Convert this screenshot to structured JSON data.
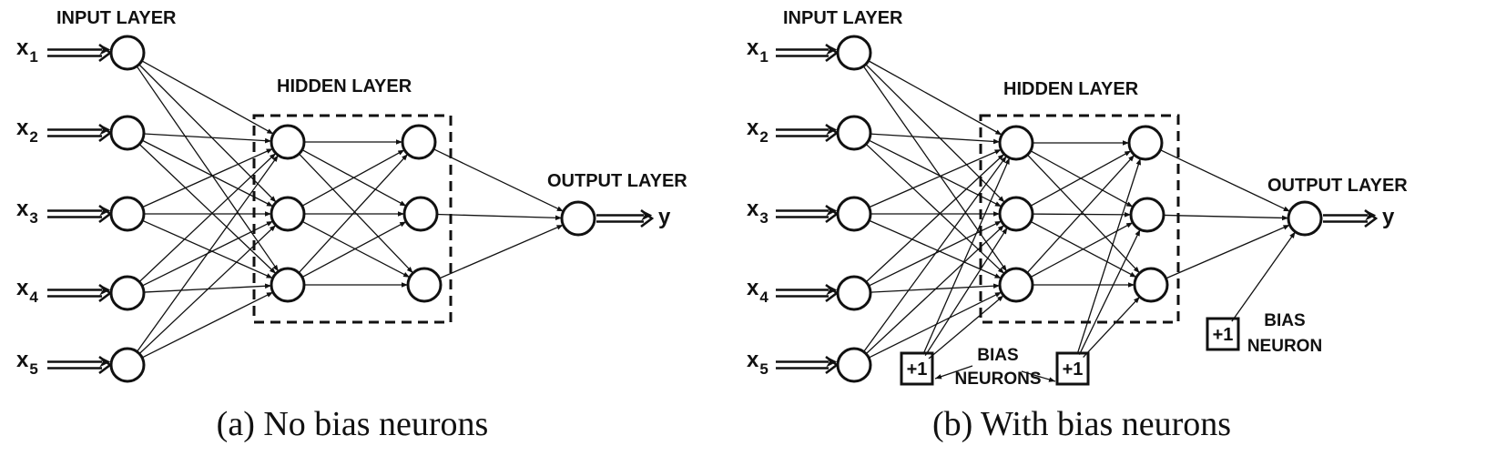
{
  "panels": [
    {
      "id": "a",
      "caption": "(a) No bias neurons",
      "input_layer_label": "INPUT LAYER",
      "hidden_layer_label": "HIDDEN LAYER",
      "output_layer_label": "OUTPUT LAYER",
      "inputs": [
        {
          "base": "x",
          "sub": "1"
        },
        {
          "base": "x",
          "sub": "2"
        },
        {
          "base": "x",
          "sub": "3"
        },
        {
          "base": "x",
          "sub": "4"
        },
        {
          "base": "x",
          "sub": "5"
        }
      ],
      "output_label": "y"
    },
    {
      "id": "b",
      "caption": "(b) With bias neurons",
      "input_layer_label": "INPUT LAYER",
      "hidden_layer_label": "HIDDEN LAYER",
      "output_layer_label": "OUTPUT LAYER",
      "inputs": [
        {
          "base": "x",
          "sub": "1"
        },
        {
          "base": "x",
          "sub": "2"
        },
        {
          "base": "x",
          "sub": "3"
        },
        {
          "base": "x",
          "sub": "4"
        },
        {
          "base": "x",
          "sub": "5"
        }
      ],
      "output_label": "y",
      "bias_value": "+1",
      "bias_neurons_label": [
        "BIAS",
        "NEURONS"
      ],
      "bias_neuron_label": [
        "BIAS",
        "NEURON"
      ]
    }
  ]
}
